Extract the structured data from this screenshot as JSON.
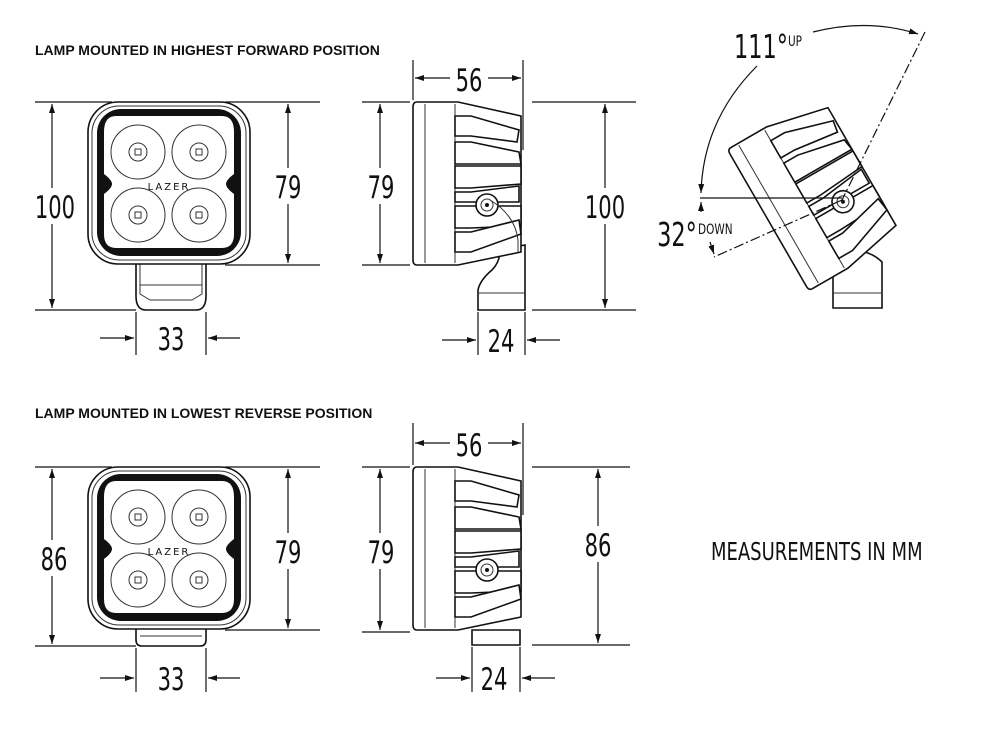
{
  "sections": [
    {
      "title": "LAMP MOUNTED IN HIGHEST FORWARD POSITION",
      "front": {
        "height_total": "100",
        "height_body": "79",
        "bracket_width": "33"
      },
      "side": {
        "depth": "56",
        "height_body": "79",
        "height_total": "100",
        "mount_width": "24"
      }
    },
    {
      "title": "LAMP MOUNTED IN LOWEST REVERSE POSITION",
      "front": {
        "height_total": "86",
        "height_body": "79",
        "bracket_width": "33"
      },
      "side": {
        "depth": "56",
        "height_body": "79",
        "height_total": "86",
        "mount_width": "24"
      }
    }
  ],
  "tilt": {
    "up_value": "111°",
    "up_label": "UP",
    "down_value": "32°",
    "down_label": "DOWN"
  },
  "brand_logo": "LAZER",
  "note": "MEASUREMENTS IN MM"
}
